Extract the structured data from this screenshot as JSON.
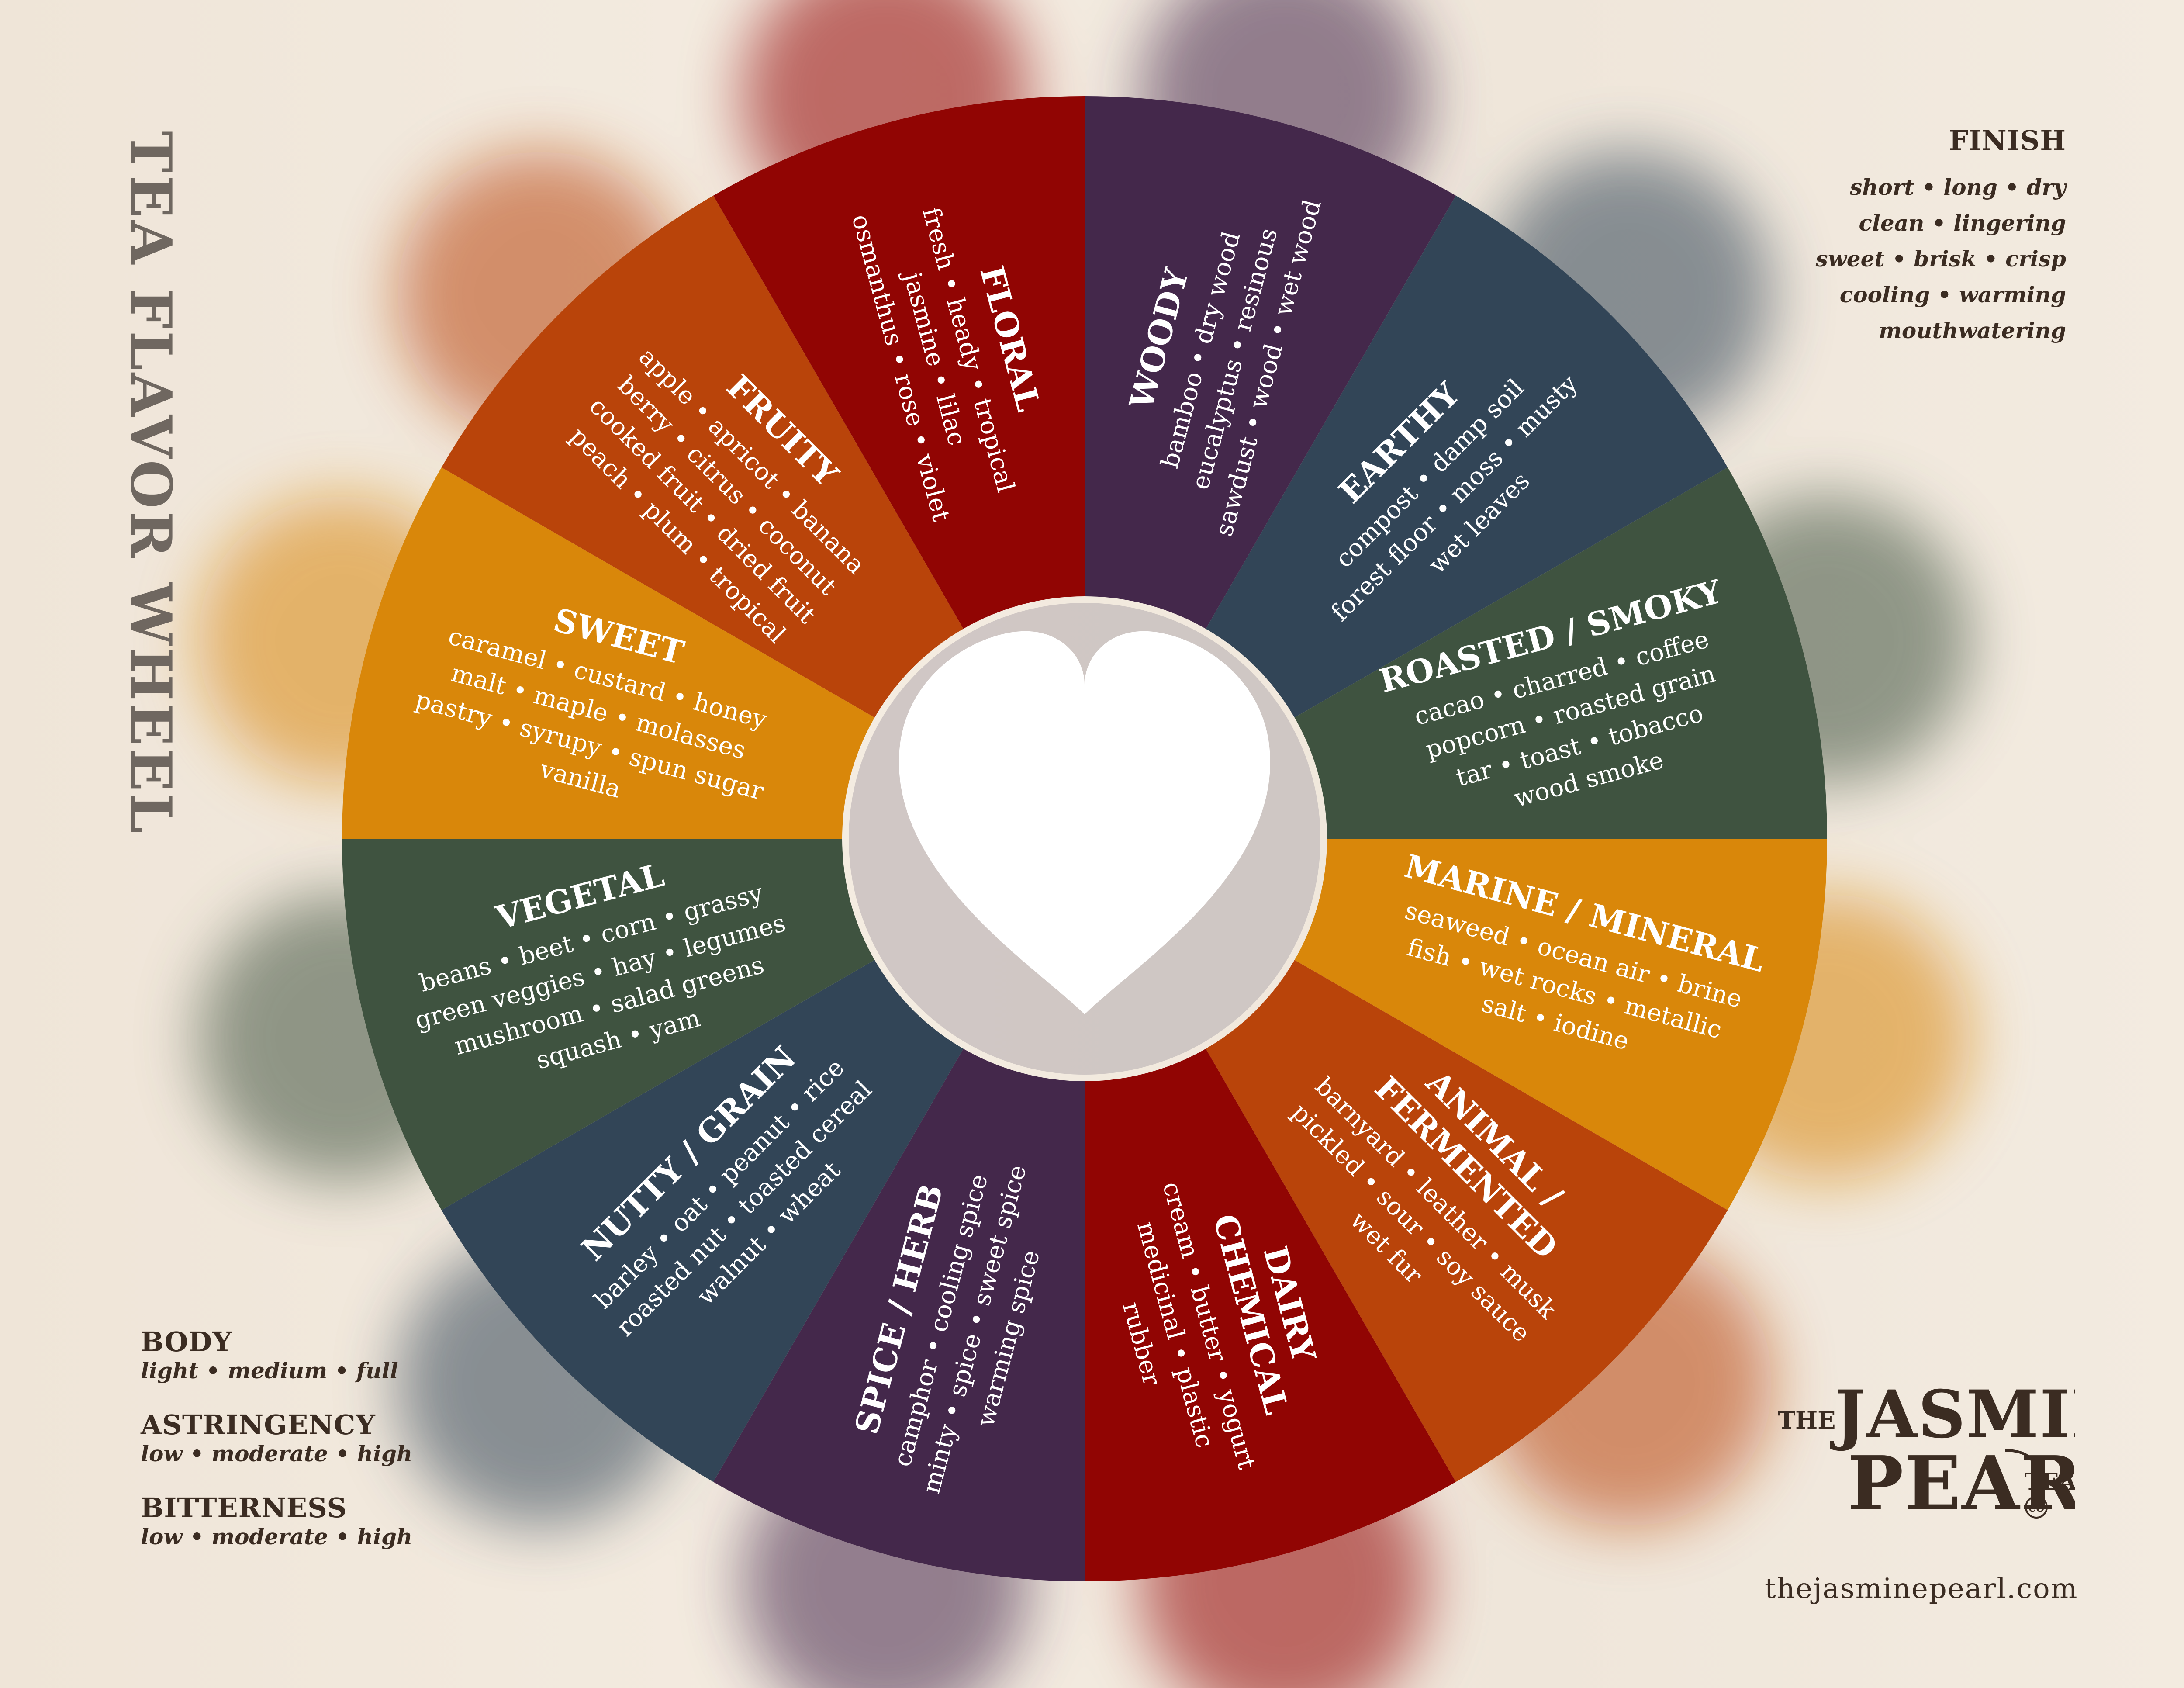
{
  "title": "TEA FLAVOR WHEEL",
  "finish": {
    "heading": "FINISH",
    "lines": [
      "short • long •  dry",
      "clean • lingering",
      "sweet • brisk • crisp",
      "cooling • warming",
      "mouthwatering"
    ]
  },
  "body": {
    "heading": "BODY",
    "values": "light • medium • full"
  },
  "astringency": {
    "heading": "ASTRINGENCY",
    "values": "low • moderate • high"
  },
  "bitterness": {
    "heading": "BITTERNESS",
    "values": "low • moderate • high"
  },
  "brand": {
    "the": "THE",
    "jasmine": "JASMINE",
    "pearl": "PEARL",
    "tea": "TEA",
    "co": "CO"
  },
  "website": "thejasminepearl.com",
  "colors": {
    "red": "#910503",
    "rust": "#b9440a",
    "amber": "#d9870a",
    "green": "#3f5340",
    "slate": "#324557",
    "purple": "#44284b",
    "heart": "#ffffff",
    "background": "#f1e8dc"
  },
  "center_icon": "heart-icon",
  "segments": [
    {
      "id": "woody",
      "color": "#44284b",
      "title": [
        "WOODY"
      ],
      "items": [
        "bamboo • dry wood",
        "eucalyptus • resinous",
        "sawdust • wood • wet wood"
      ]
    },
    {
      "id": "earthy",
      "color": "#324557",
      "title": [
        "EARTHY"
      ],
      "items": [
        "compost • damp soil",
        "forest floor • moss • musty",
        "wet leaves"
      ]
    },
    {
      "id": "roasted",
      "color": "#3f5340",
      "title": [
        "ROASTED / SMOKY"
      ],
      "items": [
        "cacao • charred • coffee",
        "popcorn • roasted grain",
        "tar • toast • tobacco",
        "wood smoke"
      ]
    },
    {
      "id": "marine",
      "color": "#d9870a",
      "title": [
        "MARINE / MINERAL"
      ],
      "items": [
        "seaweed • ocean air • brine",
        "fish • wet rocks • metallic",
        "salt • iodine"
      ]
    },
    {
      "id": "animal",
      "color": "#b9440a",
      "title": [
        "ANIMAL /",
        "FERMENTED"
      ],
      "items": [
        "barnyard • leather • musk",
        "pickled • sour • soy sauce",
        "wet fur"
      ]
    },
    {
      "id": "dairy",
      "color": "#910503",
      "title": [
        "DAIRY",
        "CHEMICAL"
      ],
      "items": [
        "cream • butter • yogurt",
        "medicinal • plastic",
        "rubber"
      ]
    },
    {
      "id": "spice",
      "color": "#44284b",
      "title": [
        "SPICE / HERB"
      ],
      "items": [
        "camphor • cooling spice",
        "minty • spice • sweet spice",
        "warming spice"
      ]
    },
    {
      "id": "nutty",
      "color": "#324557",
      "title": [
        "NUTTY / GRAIN"
      ],
      "items": [
        "barley • oat • peanut • rice",
        "roasted nut • toasted cereal",
        "walnut • wheat"
      ]
    },
    {
      "id": "vegetal",
      "color": "#3f5340",
      "title": [
        "VEGETAL"
      ],
      "items": [
        "beans • beet • corn • grassy",
        "green veggies • hay • legumes",
        "mushroom  • salad greens",
        "squash • yam"
      ]
    },
    {
      "id": "sweet",
      "color": "#d9870a",
      "title": [
        "SWEET"
      ],
      "items": [
        "caramel • custard • honey",
        "malt • maple • molasses",
        "pastry • syrupy • spun sugar",
        "vanilla"
      ]
    },
    {
      "id": "fruity",
      "color": "#b9440a",
      "title": [
        "FRUITY"
      ],
      "items": [
        "apple • apricot • banana",
        "berry • citrus • coconut",
        "cooked fruit • dried fruit",
        "peach • plum • tropical"
      ]
    },
    {
      "id": "floral",
      "color": "#910503",
      "title": [
        "FLORAL"
      ],
      "items": [
        "fresh • heady • tropical",
        "jasmine • lilac",
        "osmanthus • rose • violet"
      ]
    }
  ]
}
